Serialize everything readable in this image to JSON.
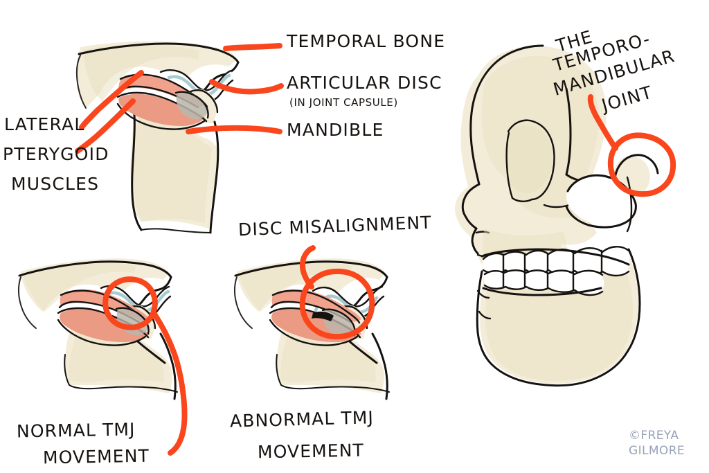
{
  "illustration": {
    "title_text": "THE TEMPORO-MANDIBULAR JOINT",
    "subject": "temporomandibular-joint-anatomy"
  },
  "palette": {
    "bone": "#f3ecd8",
    "bone_shadow": "#e8e0c0",
    "muscle": "#f0a28d",
    "muscle_dark": "#e8917a",
    "disc": "#a4ccd1",
    "cartilage_gray": "#b9b7ae",
    "ink": "#151210",
    "accent_orange": "#f9461c",
    "signature_blue": "#97a3b8",
    "white": "#ffffff",
    "background": "#ffffff"
  },
  "labels": {
    "temporal_bone": "TEMPORAL BONE",
    "articular_disc": "ARTICULAR DISC",
    "articular_disc_sub": "(IN JOINT CAPSULE)",
    "mandible": "MANDIBLE",
    "lateral_pterygoid_line1": "LATERAL",
    "lateral_pterygoid_line2": "PTERYGOID",
    "lateral_pterygoid_line3": "MUSCLES",
    "disc_misalignment": "DISC MISALIGNMENT",
    "normal_tmj_line1": "NORMAL TMJ",
    "normal_tmj_line2": "MOVEMENT",
    "abnormal_tmj_line1": "ABNORMAL TMJ",
    "abnormal_tmj_line2": "MOVEMENT",
    "title_line1": "THE",
    "title_line2": "TEMPORO-",
    "title_line3": "MANDIBULAR",
    "title_line4": "JOINT"
  },
  "signature": {
    "line1": "©FREYA",
    "line2": "GILMORE"
  },
  "diagrams": {
    "detail_joint": "tmj-cross-section-detail",
    "normal_joint": "tmj-normal-movement-diagram",
    "abnormal_joint": "tmj-abnormal-movement-diagram",
    "skull_profile": "skull-lateral-profile"
  }
}
